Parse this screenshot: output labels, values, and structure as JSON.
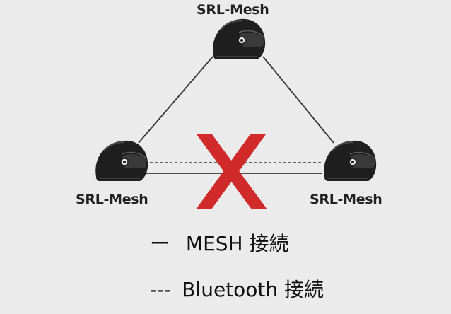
{
  "nodes": [
    {
      "id": "top",
      "label": "SRL-Mesh"
    },
    {
      "id": "left",
      "label": "SRL-Mesh"
    },
    {
      "id": "right",
      "label": "SRL-Mesh"
    }
  ],
  "legend": {
    "mesh": {
      "symbol": "ー",
      "text": "MESH 接続"
    },
    "bluetooth": {
      "symbol": "---",
      "text": "Bluetooth 接続"
    }
  },
  "colors": {
    "background": "#ebebeb",
    "line": "#333333",
    "helmet": "#1f1f1f",
    "cross": "#d12a2a"
  },
  "icons": {
    "helmet": "helmet-icon",
    "cross": "cross-mark-icon"
  }
}
